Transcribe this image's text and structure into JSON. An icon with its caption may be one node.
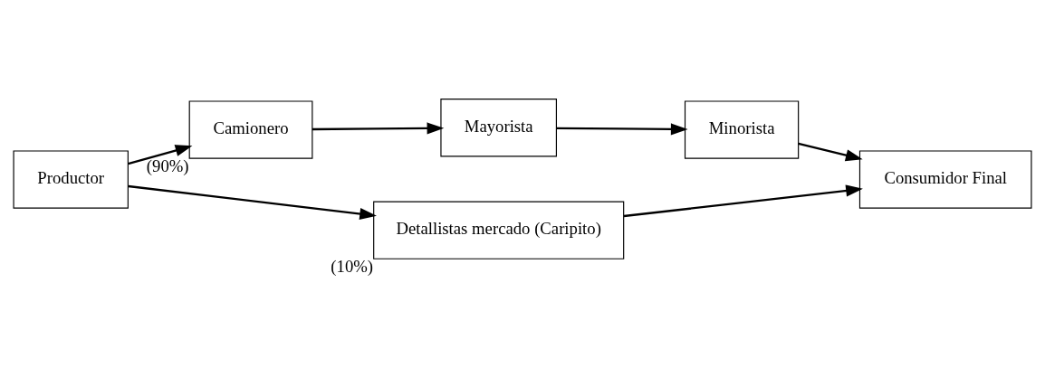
{
  "diagram": {
    "nodes": [
      {
        "text": [
          "Productor"
        ]
      },
      {
        "text": [
          "Camionero"
        ],
        "beside": [
          "(90%)"
        ]
      },
      {
        "text": [
          "Mayorista"
        ]
      },
      {
        "text": [
          "Minorista"
        ]
      },
      {
        "text": [
          "Detallistas mercado (Caripito)"
        ],
        "beside": [
          "(10%)"
        ]
      },
      {
        "text": [
          "Consumidor Final"
        ]
      }
    ],
    "edges": [
      {
        "from": 0,
        "to": 1,
        "arrow": "to"
      },
      {
        "from": 1,
        "to": 2,
        "arrow": "to"
      },
      {
        "from": 2,
        "to": 3,
        "arrow": "to"
      },
      {
        "from": 3,
        "to": 5,
        "arrow": "to"
      },
      {
        "from": 0,
        "to": 4,
        "arrow": "to"
      },
      {
        "from": 4,
        "to": 5,
        "arrow": "to"
      }
    ]
  }
}
